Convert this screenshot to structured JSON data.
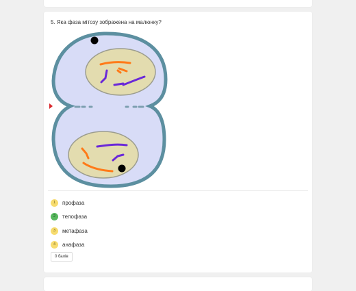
{
  "question": {
    "text": "5. Яка фаза мітозу зображена на малюнку?",
    "figure_icon": "cell-division-telophase-illustration"
  },
  "colors": {
    "membrane": "#5c8fa0",
    "cytoplasm": "#d8dcf7",
    "nucleus": "#e3dcaf",
    "chromosome_orange": "#ff7a18",
    "chromosome_purple": "#6a28d8",
    "correct": "#57b85e",
    "option_badge": "#f7dc6f"
  },
  "options": [
    {
      "num": "1",
      "label": "профаза"
    },
    {
      "num": "2",
      "label": "телофаза"
    },
    {
      "num": "3",
      "label": "метафаза"
    },
    {
      "num": "4",
      "label": "анафаза"
    }
  ],
  "score": {
    "label": "0 балів"
  }
}
